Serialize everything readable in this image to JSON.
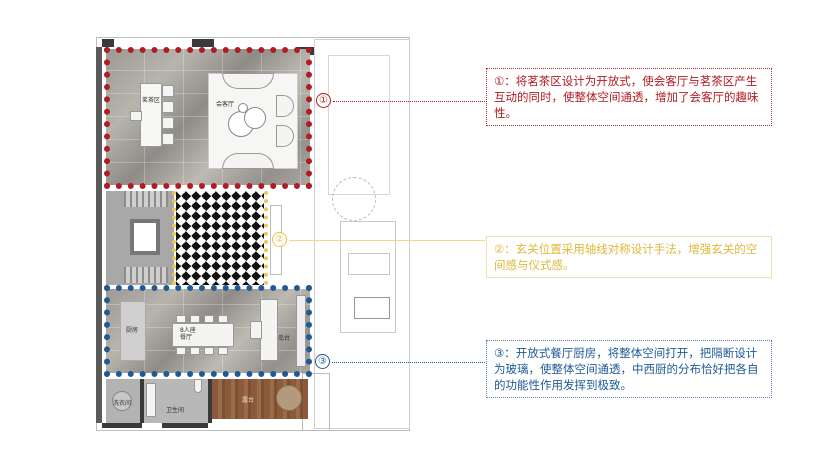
{
  "diagram": {
    "type": "annotated-floor-plan",
    "zones": [
      {
        "id": 1,
        "marker": "①",
        "color": "#b01c22",
        "rooms": [
          "茗茶区",
          "会客厅"
        ],
        "note": "①：将茗茶区设计为开放式，使会客厅与茗茶区产生互动的同时，使整体空间通透，增加了会客厅的趣味性。"
      },
      {
        "id": 2,
        "marker": "②",
        "color": "#e8c04a",
        "rooms": [
          "玄关"
        ],
        "note": "②：玄关位置采用轴线对称设计手法，增强玄关的空间感与仪式感。"
      },
      {
        "id": 3,
        "marker": "③",
        "color": "#1e5a96",
        "rooms": [
          "8人座餐厅",
          "厨房",
          "岛台"
        ],
        "note": "③：开放式餐厅厨房，将整体空间打开，把隔断设计为玻璃，使整体空间通透，中西厨的分布恰好把各自的功能性作用发挥到极致。"
      }
    ],
    "room_labels": {
      "tea_area": "茗茶区",
      "reception": "会客厅",
      "dining": "8人座\n餐厅",
      "kitchen": "厨房",
      "island": "岛台",
      "bathroom": "卫生间",
      "laundry": "洗衣间",
      "terrace": "露台"
    }
  }
}
